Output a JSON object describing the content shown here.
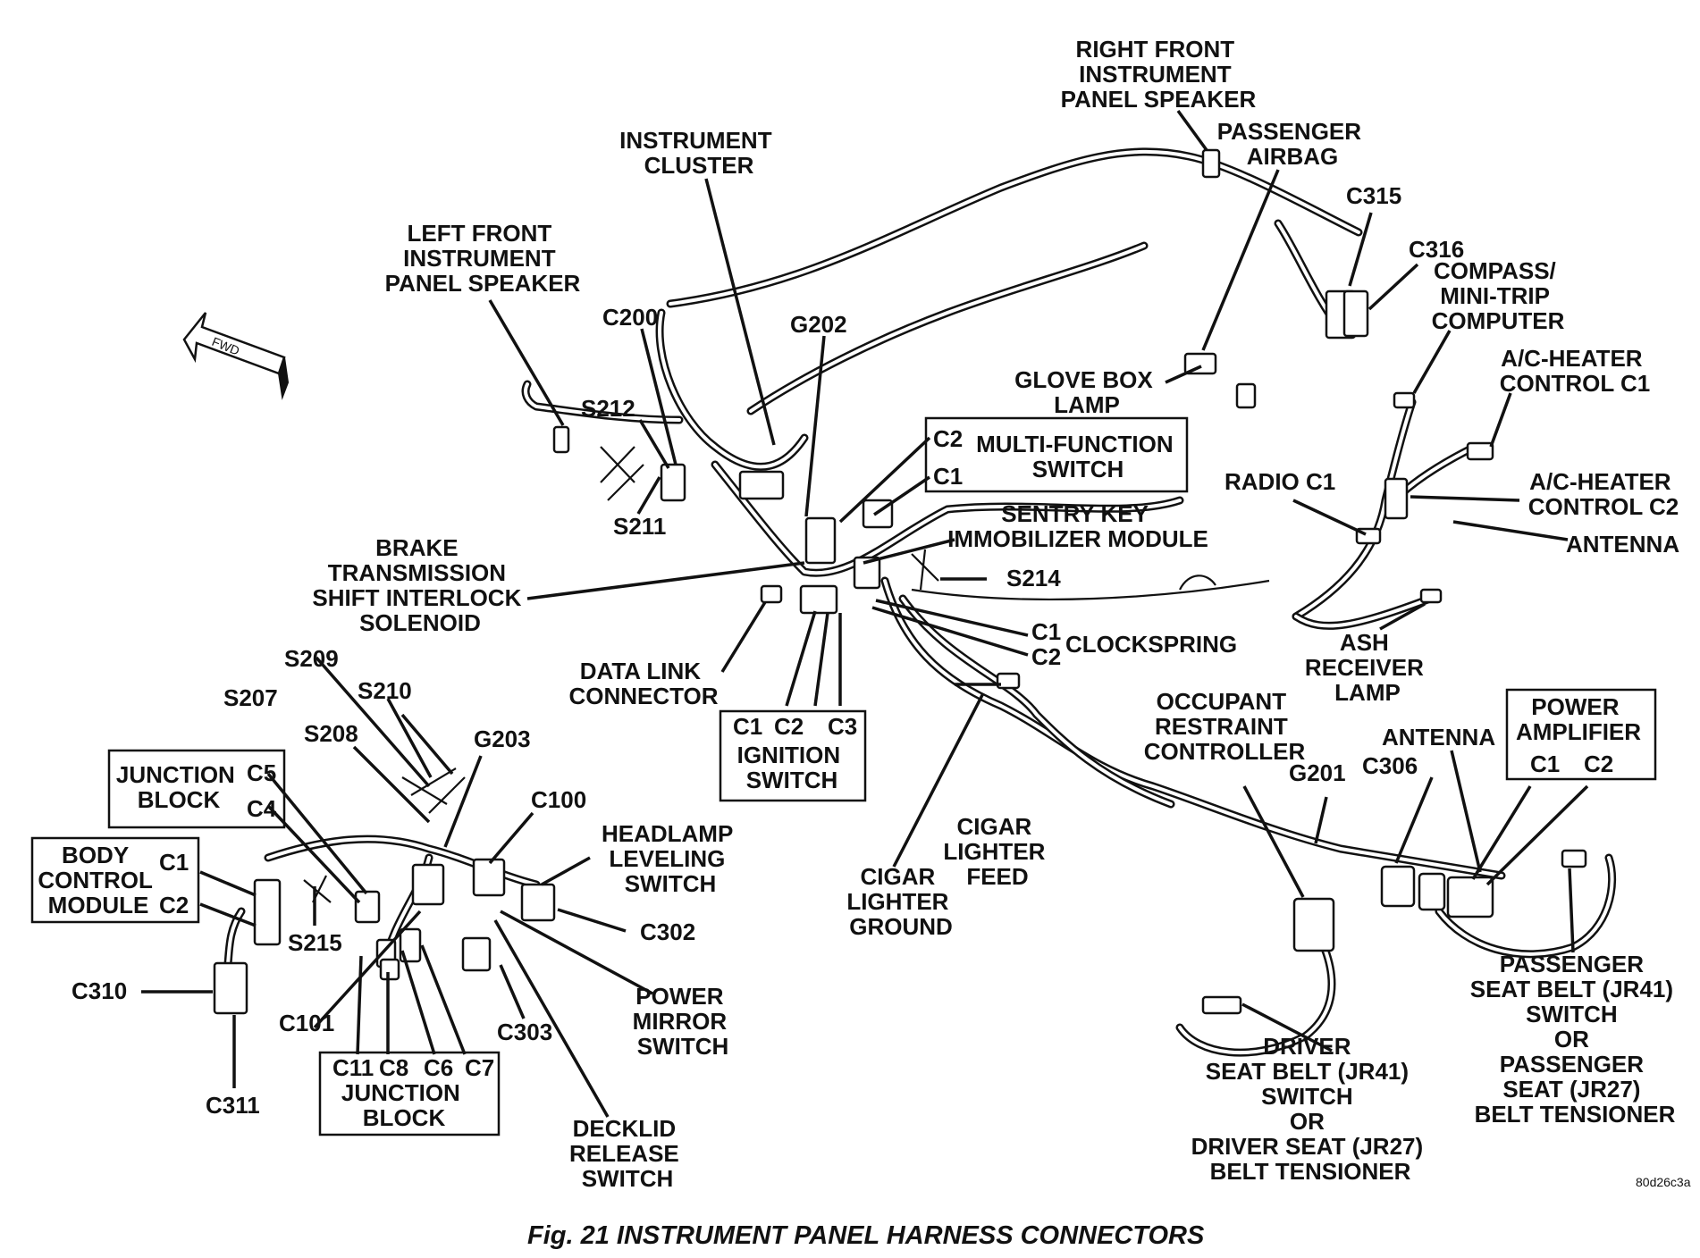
{
  "caption": "Fig. 21 INSTRUMENT PANEL HARNESS CONNECTORS",
  "ref_code": "80d26c3a",
  "fwd_label": "FWD",
  "labels": {
    "right_front_speaker": [
      "RIGHT FRONT",
      "INSTRUMENT",
      "PANEL SPEAKER"
    ],
    "passenger_airbag": [
      "PASSENGER",
      "AIRBAG"
    ],
    "instrument_cluster": [
      "INSTRUMENT",
      "CLUSTER"
    ],
    "c315": "C315",
    "c316": "C316",
    "left_front_speaker": [
      "LEFT FRONT",
      "INSTRUMENT",
      "PANEL SPEAKER"
    ],
    "compass": [
      "COMPASS/",
      "MINI-TRIP",
      "COMPUTER"
    ],
    "c200": "C200",
    "g202": "G202",
    "ac_heater_c1": [
      "A/C-HEATER",
      "CONTROL C1"
    ],
    "glove_box_lamp": [
      "GLOVE BOX",
      "LAMP"
    ],
    "s212": "S212",
    "mfs_c2": "C2",
    "mfs_c1": "C1",
    "mfs": [
      "MULTI-FUNCTION",
      "SWITCH"
    ],
    "radio_c1": "RADIO C1",
    "ac_heater_c2": [
      "A/C-HEATER",
      "CONTROL C2"
    ],
    "sentry_key": [
      "SENTRY KEY",
      "IMMOBILIZER MODULE"
    ],
    "antenna_right": "ANTENNA",
    "s211": "S211",
    "s214": "S214",
    "btsi": [
      "BRAKE",
      "TRANSMISSION",
      "SHIFT INTERLOCK",
      "SOLENOID"
    ],
    "cs_c1": "C1",
    "cs_c2": "C2",
    "clockspring": "CLOCKSPRING",
    "ash_receiver": [
      "ASH",
      "RECEIVER",
      "LAMP"
    ],
    "s209": "S209",
    "data_link": [
      "DATA LINK",
      "CONNECTOR"
    ],
    "s207": "S207",
    "s210": "S210",
    "occupant": [
      "OCCUPANT",
      "RESTRAINT",
      "CONTROLLER"
    ],
    "power_amp": [
      "POWER",
      "AMPLIFIER"
    ],
    "amp_c1": "C1",
    "amp_c2": "C2",
    "ign_c1": "C1",
    "ign_c2": "C2",
    "ign_c3": "C3",
    "ign": [
      "IGNITION",
      "SWITCH"
    ],
    "s208": "S208",
    "g203": "G203",
    "antenna_lower": "ANTENNA",
    "junction_block_top": [
      "JUNCTION",
      "BLOCK"
    ],
    "jb_c5": "C5",
    "jb_c4": "C4",
    "g201": "G201",
    "c306": "C306",
    "c100": "C100",
    "headlamp": [
      "HEADLAMP",
      "LEVELING",
      "SWITCH"
    ],
    "bcm": [
      "BODY",
      "CONTROL",
      "MODULE"
    ],
    "bcm_c1": "C1",
    "bcm_c2": "C2",
    "cigar_feed": [
      "CIGAR",
      "LIGHTER",
      "FEED"
    ],
    "cigar_ground": [
      "CIGAR",
      "LIGHTER",
      "GROUND"
    ],
    "s215": "S215",
    "c302": "C302",
    "passenger_seat": [
      "PASSENGER",
      "SEAT BELT  (JR41)",
      "SWITCH",
      "OR",
      "PASSENGER",
      "SEAT (JR27)",
      "BELT TENSIONER"
    ],
    "c310": "C310",
    "power_mirror": [
      "POWER",
      "MIRROR",
      "SWITCH"
    ],
    "c101": "C101",
    "c303": "C303",
    "driver_seat": [
      "DRIVER",
      "SEAT BELT (JR41)",
      "SWITCH",
      "OR",
      "DRIVER SEAT (JR27)",
      "BELT TENSIONER"
    ],
    "jbb_c11": "C11",
    "jbb_c8": "C8",
    "jbb_c6": "C6",
    "jbb_c7": "C7",
    "junction_block_bottom": [
      "JUNCTION",
      "BLOCK"
    ],
    "c311": "C311",
    "decklid": [
      "DECKLID",
      "RELEASE",
      "SWITCH"
    ]
  }
}
